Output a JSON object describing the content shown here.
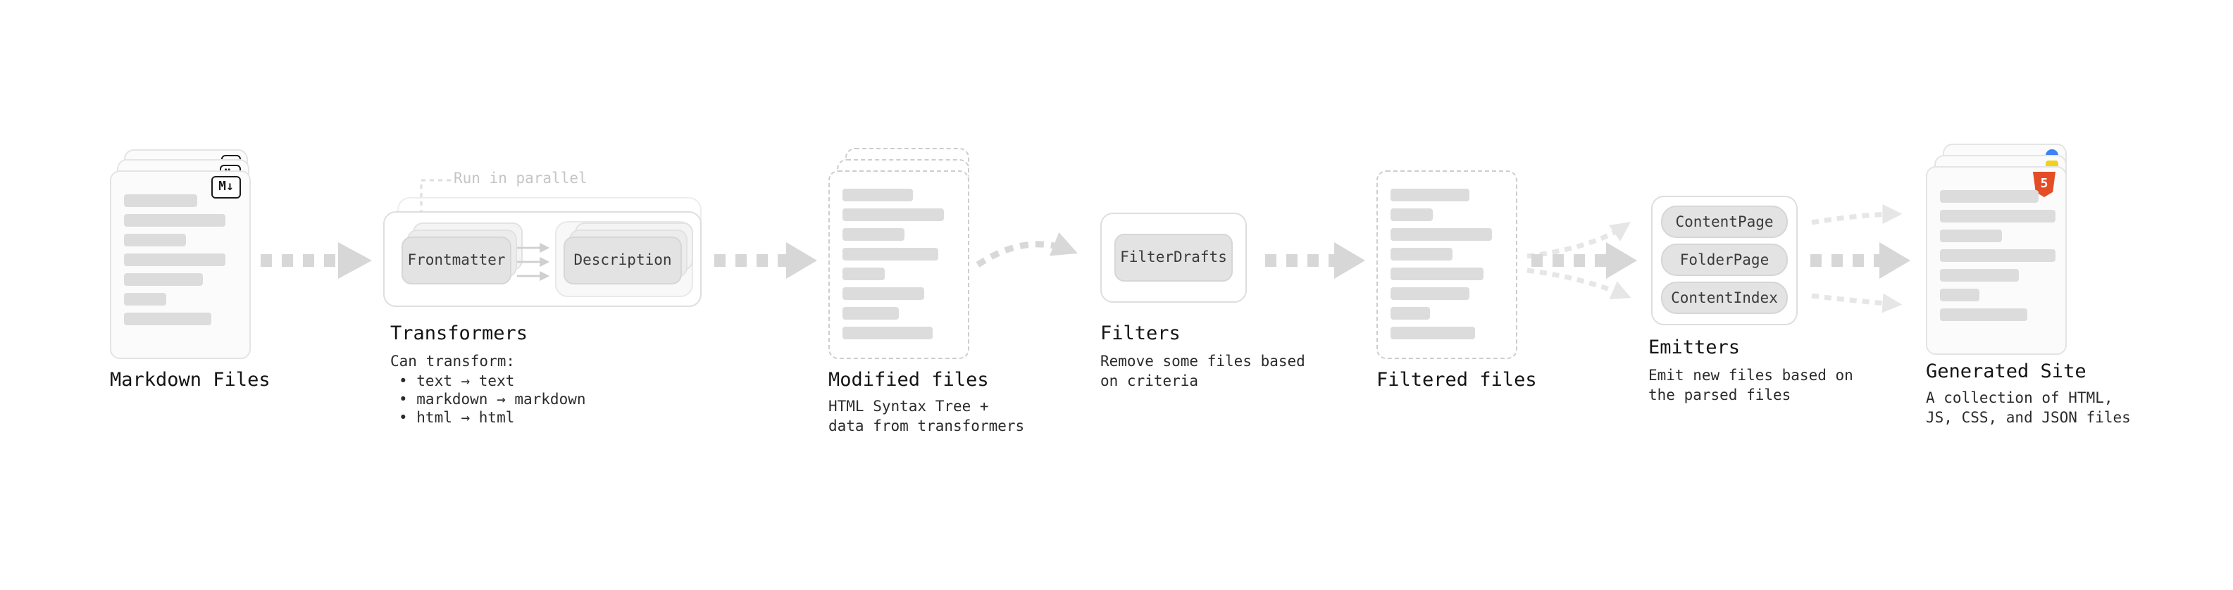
{
  "diagram": {
    "markdown_files": {
      "label": "Markdown Files",
      "badge": "M↓"
    },
    "transformers": {
      "annotation": "Run in parallel",
      "node_a": "Frontmatter",
      "node_b": "Description",
      "label": "Transformers",
      "caption_title": "Can transform:",
      "bullets": [
        "• text → text",
        "• markdown → markdown",
        "• html → html"
      ]
    },
    "modified_files": {
      "label": "Modified files",
      "caption": "HTML Syntax Tree +\ndata from transformers"
    },
    "filters": {
      "node": "FilterDrafts",
      "label": "Filters",
      "caption": "Remove some files based\non criteria"
    },
    "filtered_files": {
      "label": "Filtered files"
    },
    "emitters": {
      "nodes": [
        "ContentPage",
        "FolderPage",
        "ContentIndex"
      ],
      "label": "Emitters",
      "caption": "Emit new files based on\nthe parsed files"
    },
    "generated_site": {
      "label": "Generated Site",
      "badge": "5",
      "caption": "A collection of HTML,\nJS, CSS, and JSON files"
    },
    "colors": {
      "arrow": "#d7d7d7",
      "arrow_light": "#e6e6e6",
      "card_border": "#e4e4e4",
      "dashed_border": "#cdcdcd",
      "skeleton": "#dcdcdc",
      "node_bg": "#e3e3e3",
      "html5_orange": "#e44d26",
      "annotation": "#c5c5c5"
    }
  }
}
